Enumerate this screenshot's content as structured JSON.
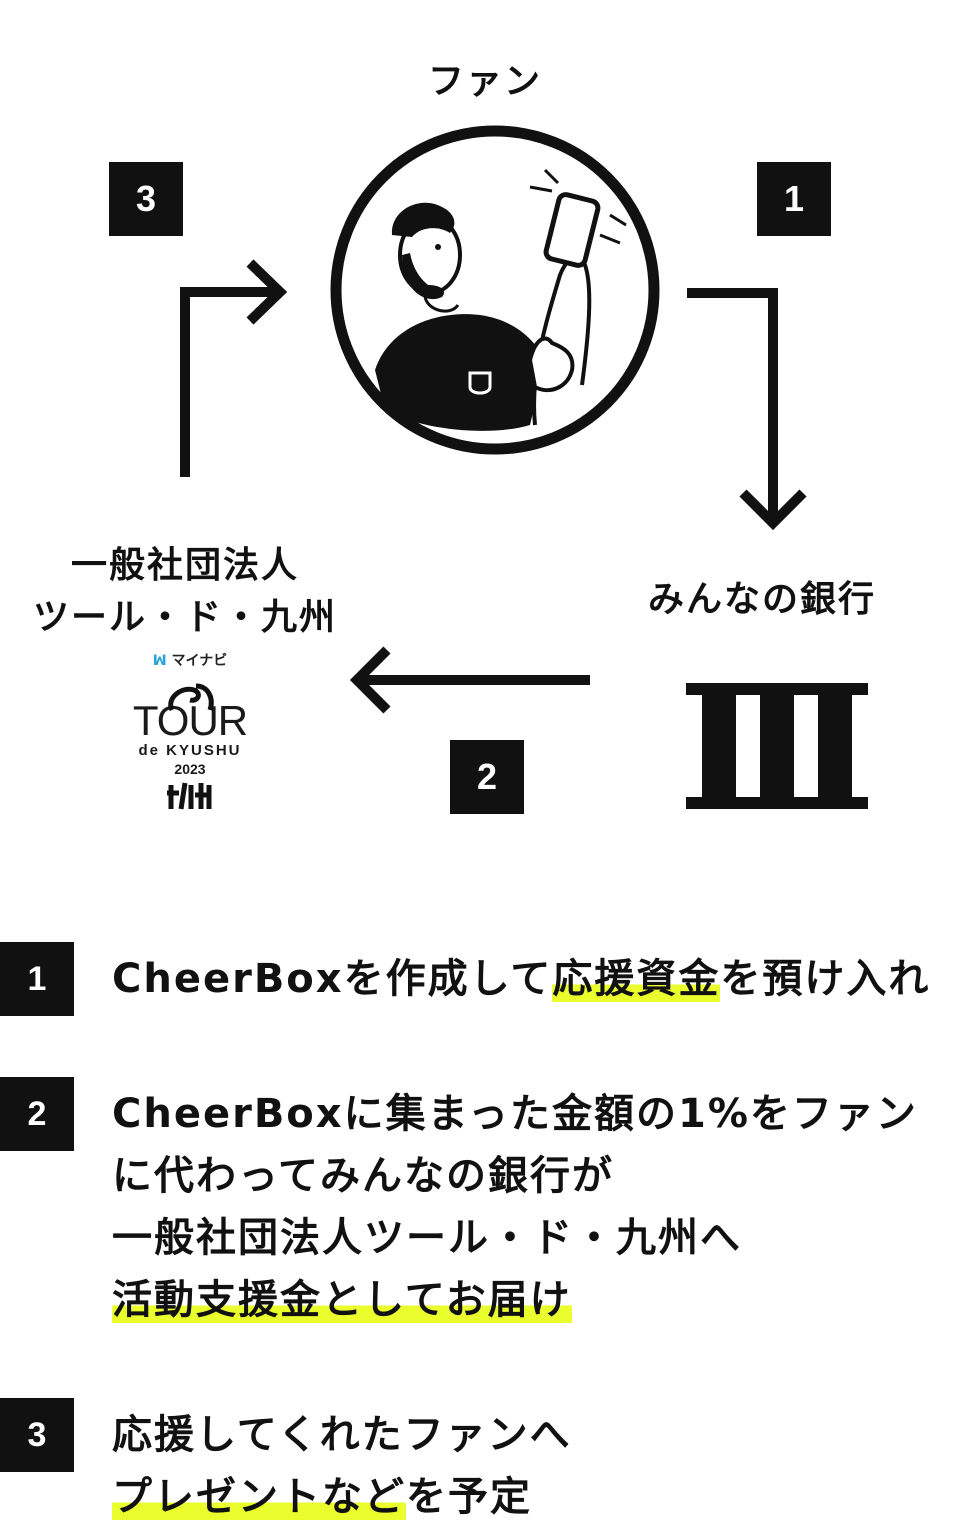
{
  "diagram": {
    "fan_label": "ファン",
    "bank_label": "みんなの銀行",
    "org_label_line1": "一般社団法人",
    "org_label_line2": "ツール・ド・九州",
    "badge_1": "1",
    "badge_2": "2",
    "badge_3": "3",
    "logo": {
      "brand": "マイナビ",
      "tour": "TOUR",
      "sub": "de KYUSHU",
      "year": "2023"
    }
  },
  "steps": [
    {
      "number": "1",
      "lines": [
        {
          "before": "CheerBoxを作成して",
          "highlight": "応援資金",
          "after": "を預け入れ"
        }
      ]
    },
    {
      "number": "2",
      "lines": [
        {
          "before": "CheerBoxに集まった金額の1%をファン",
          "highlight": "",
          "after": ""
        },
        {
          "before": "に代わってみんなの銀行が",
          "highlight": "",
          "after": ""
        },
        {
          "before": "一般社団法人ツール・ド・九州へ",
          "highlight": "",
          "after": ""
        },
        {
          "before": "",
          "highlight": "活動支援金としてお届け",
          "after": ""
        }
      ]
    },
    {
      "number": "3",
      "lines": [
        {
          "before": "応援してくれたファンへ",
          "highlight": "",
          "after": ""
        },
        {
          "before": "",
          "highlight": "プレゼントなど",
          "after": "を予定"
        }
      ]
    }
  ],
  "colors": {
    "ink": "#111111",
    "highlight": "#eafe2e",
    "brand_blue": "#2aa3d8"
  }
}
